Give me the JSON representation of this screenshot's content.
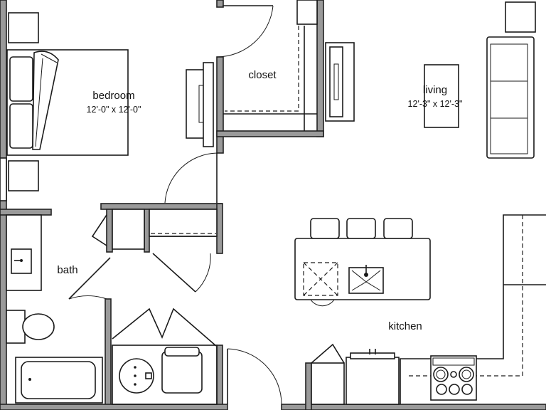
{
  "rooms": {
    "bedroom": {
      "name": "bedroom",
      "dimensions": "12'-0\" x 12'-0\""
    },
    "closet": {
      "name": "closet"
    },
    "living": {
      "name": "living",
      "dimensions": "12'-3\" x 12'-3\""
    },
    "bath": {
      "name": "bath"
    },
    "kitchen": {
      "name": "kitchen"
    }
  },
  "colors": {
    "wall_fill": "#9a9a9a",
    "line": "#1a1a1a",
    "background": "#ffffff"
  }
}
